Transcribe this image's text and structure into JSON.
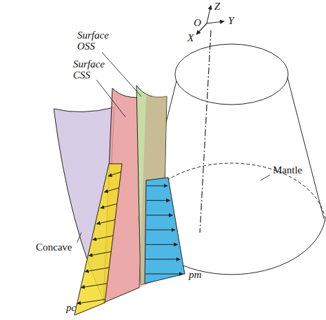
{
  "diagram": {
    "labels": [
      "O",
      "Z",
      "Y",
      "X",
      "Surface OSS",
      "Surface CSS",
      "Mantle",
      "Concave",
      "pc",
      "pm"
    ]
  }
}
